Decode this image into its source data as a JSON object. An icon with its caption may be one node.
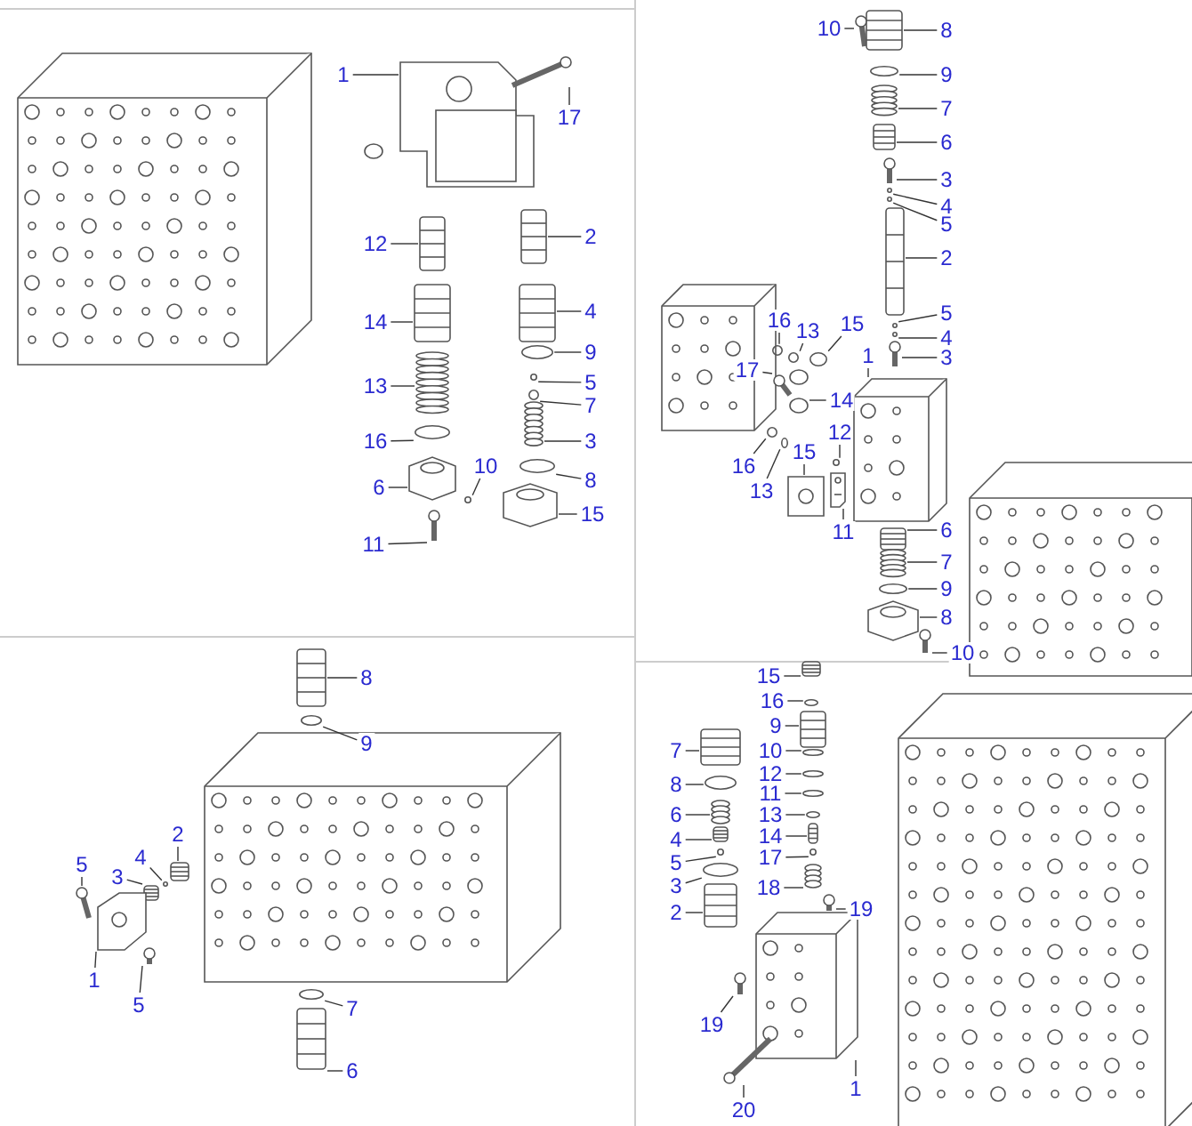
{
  "diagram": {
    "nodes": [
      {
        "text": [
          "1"
        ]
      },
      {
        "text": [
          "17"
        ]
      },
      {
        "text": [
          "12"
        ]
      },
      {
        "text": [
          "2"
        ]
      },
      {
        "text": [
          "14"
        ]
      },
      {
        "text": [
          "4"
        ]
      },
      {
        "text": [
          "9"
        ]
      },
      {
        "text": [
          "5"
        ]
      },
      {
        "text": [
          "7"
        ]
      },
      {
        "text": [
          "13"
        ]
      },
      {
        "text": [
          "3"
        ]
      },
      {
        "text": [
          "16"
        ]
      },
      {
        "text": [
          "8"
        ]
      },
      {
        "text": [
          "10"
        ]
      },
      {
        "text": [
          "6"
        ]
      },
      {
        "text": [
          "15"
        ]
      },
      {
        "text": [
          "11"
        ]
      },
      {
        "text": [
          "10"
        ]
      },
      {
        "text": [
          "8"
        ]
      },
      {
        "text": [
          "9"
        ]
      },
      {
        "text": [
          "7"
        ]
      },
      {
        "text": [
          "6"
        ]
      },
      {
        "text": [
          "3"
        ]
      },
      {
        "text": [
          "4"
        ]
      },
      {
        "text": [
          "5"
        ]
      },
      {
        "text": [
          "2"
        ]
      },
      {
        "text": [
          "5"
        ]
      },
      {
        "text": [
          "4"
        ]
      },
      {
        "text": [
          "3"
        ]
      },
      {
        "text": [
          "16"
        ]
      },
      {
        "text": [
          "13"
        ]
      },
      {
        "text": [
          "15"
        ]
      },
      {
        "text": [
          "1"
        ]
      },
      {
        "text": [
          "17"
        ]
      },
      {
        "text": [
          "14"
        ]
      },
      {
        "text": [
          "16"
        ]
      },
      {
        "text": [
          "13"
        ]
      },
      {
        "text": [
          "12"
        ]
      },
      {
        "text": [
          "15"
        ]
      },
      {
        "text": [
          "11"
        ]
      },
      {
        "text": [
          "6"
        ]
      },
      {
        "text": [
          "7"
        ]
      },
      {
        "text": [
          "9"
        ]
      },
      {
        "text": [
          "8"
        ]
      },
      {
        "text": [
          "10"
        ]
      },
      {
        "text": [
          "8"
        ]
      },
      {
        "text": [
          "9"
        ]
      },
      {
        "text": [
          "2"
        ]
      },
      {
        "text": [
          "4"
        ]
      },
      {
        "text": [
          "5"
        ]
      },
      {
        "text": [
          "3"
        ]
      },
      {
        "text": [
          "1"
        ]
      },
      {
        "text": [
          "5"
        ]
      },
      {
        "text": [
          "7"
        ]
      },
      {
        "text": [
          "6"
        ]
      },
      {
        "text": [
          "15"
        ]
      },
      {
        "text": [
          "16"
        ]
      },
      {
        "text": [
          "9"
        ]
      },
      {
        "text": [
          "7"
        ]
      },
      {
        "text": [
          "10"
        ]
      },
      {
        "text": [
          "12"
        ]
      },
      {
        "text": [
          "8"
        ]
      },
      {
        "text": [
          "11"
        ]
      },
      {
        "text": [
          "6"
        ]
      },
      {
        "text": [
          "13"
        ]
      },
      {
        "text": [
          "4"
        ]
      },
      {
        "text": [
          "14"
        ]
      },
      {
        "text": [
          "17"
        ]
      },
      {
        "text": [
          "5"
        ]
      },
      {
        "text": [
          "3"
        ]
      },
      {
        "text": [
          "18"
        ]
      },
      {
        "text": [
          "2"
        ]
      },
      {
        "text": [
          "19"
        ]
      },
      {
        "text": [
          "19"
        ]
      },
      {
        "text": [
          "1"
        ]
      },
      {
        "text": [
          "20"
        ]
      },
      {
        "text": [],
        "shape": "picture"
      },
      {
        "text": [],
        "shape": "picture"
      },
      {
        "text": [],
        "shape": "picture"
      },
      {
        "text": [],
        "shape": "picture"
      },
      {
        "text": [],
        "shape": "picture"
      },
      {
        "text": [],
        "shape": "picture"
      },
      {
        "text": [],
        "shape": "circle"
      },
      {
        "text": [],
        "shape": "circle"
      },
      {
        "text": [],
        "shape": "circle"
      },
      {
        "text": [],
        "shape": "picture"
      },
      {
        "text": [],
        "shape": "picture"
      },
      {
        "text": [],
        "shape": "circle"
      },
      {
        "text": [],
        "shape": "circle"
      },
      {
        "text": [],
        "shape": "circle"
      },
      {
        "text": [],
        "shape": "picture"
      },
      {
        "text": [],
        "shape": "picture"
      },
      {
        "text": [],
        "shape": "picture"
      },
      {
        "text": [],
        "shape": "picture"
      },
      {
        "text": [],
        "shape": "picture"
      },
      {
        "text": [],
        "shape": "circle"
      },
      {
        "text": [],
        "shape": "picture"
      },
      {
        "text": [],
        "shape": "picture"
      },
      {
        "text": [],
        "shape": "picture"
      },
      {
        "text": [],
        "shape": "circle"
      },
      {
        "text": [],
        "shape": "circle"
      },
      {
        "text": [],
        "shape": "picture"
      },
      {
        "text": [],
        "shape": "circle"
      },
      {
        "text": [],
        "shape": "circle"
      },
      {
        "text": [],
        "shape": "picture"
      },
      {
        "text": [],
        "shape": "circle"
      },
      {
        "text": [],
        "shape": "circle"
      },
      {
        "text": [],
        "shape": "circle"
      },
      {
        "text": [],
        "shape": "picture"
      },
      {
        "text": [],
        "shape": "picture"
      },
      {
        "text": [],
        "shape": "picture"
      },
      {
        "text": [],
        "shape": "circle"
      },
      {
        "text": [],
        "shape": "circle"
      },
      {
        "text": [],
        "shape": "circle"
      },
      {
        "text": [],
        "shape": "picture"
      },
      {
        "text": [],
        "shape": "picture"
      },
      {
        "text": [],
        "shape": "picture"
      },
      {
        "text": [],
        "shape": "picture"
      },
      {
        "text": [],
        "shape": "circle"
      },
      {
        "text": [],
        "shape": "picture"
      },
      {
        "text": [],
        "shape": "picture"
      },
      {
        "text": [],
        "shape": "picture"
      },
      {
        "text": [],
        "shape": "circle"
      },
      {
        "text": [],
        "shape": "picture"
      },
      {
        "text": [],
        "shape": "circle"
      },
      {
        "text": [],
        "shape": "picture"
      },
      {
        "text": [],
        "shape": "picture"
      },
      {
        "text": [],
        "shape": "picture"
      },
      {
        "text": [],
        "shape": "picture"
      },
      {
        "text": [],
        "shape": "circle"
      },
      {
        "text": [],
        "shape": "picture"
      },
      {
        "text": [],
        "shape": "picture"
      },
      {
        "text": [],
        "shape": "circle"
      },
      {
        "text": [],
        "shape": "picture"
      },
      {
        "text": [],
        "shape": "picture"
      },
      {
        "text": [],
        "shape": "circle"
      },
      {
        "text": [],
        "shape": "circle"
      },
      {
        "text": [],
        "shape": "circle"
      },
      {
        "text": [],
        "shape": "circle"
      },
      {
        "text": [],
        "shape": "picture"
      },
      {
        "text": [],
        "shape": "circle"
      },
      {
        "text": [],
        "shape": "picture"
      },
      {
        "text": [],
        "shape": "picture"
      },
      {
        "text": [],
        "shape": "circle"
      },
      {
        "text": [],
        "shape": "circle"
      },
      {
        "text": [],
        "shape": "circle"
      },
      {
        "text": [],
        "shape": "picture"
      },
      {
        "text": [],
        "shape": "picture"
      },
      {
        "text": [],
        "shape": "picture"
      },
      {
        "text": [],
        "shape": "picture"
      },
      {
        "text": [],
        "shape": "picture"
      },
      {
        "text": [],
        "shape": "picture"
      }
    ],
    "edges": [
      {
        "from": 0,
        "to": 76,
        "arrow": "none"
      },
      {
        "from": 1,
        "to": 77,
        "arrow": "none"
      },
      {
        "from": 2,
        "to": 78,
        "arrow": "none"
      },
      {
        "from": 3,
        "to": 79,
        "arrow": "none"
      },
      {
        "from": 4,
        "to": 80,
        "arrow": "none"
      },
      {
        "from": 5,
        "to": 81,
        "arrow": "none"
      },
      {
        "from": 6,
        "to": 82,
        "arrow": "none"
      },
      {
        "from": 7,
        "to": 83,
        "arrow": "none"
      },
      {
        "from": 8,
        "to": 84,
        "arrow": "none"
      },
      {
        "from": 9,
        "to": 85,
        "arrow": "none"
      },
      {
        "from": 10,
        "to": 86,
        "arrow": "none"
      },
      {
        "from": 11,
        "to": 87,
        "arrow": "none"
      },
      {
        "from": 12,
        "to": 88,
        "arrow": "none"
      },
      {
        "from": 13,
        "to": 89,
        "arrow": "none"
      },
      {
        "from": 14,
        "to": 90,
        "arrow": "none"
      },
      {
        "from": 15,
        "to": 91,
        "arrow": "none"
      },
      {
        "from": 16,
        "to": 92,
        "arrow": "none"
      },
      {
        "from": 17,
        "to": 93,
        "arrow": "none"
      },
      {
        "from": 18,
        "to": 94,
        "arrow": "none"
      },
      {
        "from": 19,
        "to": 95,
        "arrow": "none"
      },
      {
        "from": 20,
        "to": 96,
        "arrow": "none"
      },
      {
        "from": 21,
        "to": 97,
        "arrow": "none"
      },
      {
        "from": 22,
        "to": 98,
        "arrow": "none"
      },
      {
        "from": 23,
        "to": 99,
        "arrow": "none"
      },
      {
        "from": 24,
        "to": 100,
        "arrow": "none"
      },
      {
        "from": 25,
        "to": 101,
        "arrow": "none"
      },
      {
        "from": 26,
        "to": 102,
        "arrow": "none"
      },
      {
        "from": 27,
        "to": 103,
        "arrow": "none"
      },
      {
        "from": 28,
        "to": 104,
        "arrow": "none"
      },
      {
        "from": 29,
        "to": 105,
        "arrow": "none"
      },
      {
        "from": 30,
        "to": 106,
        "arrow": "none"
      },
      {
        "from": 31,
        "to": 107,
        "arrow": "none"
      },
      {
        "from": 32,
        "to": 108,
        "arrow": "none"
      },
      {
        "from": 33,
        "to": 109,
        "arrow": "none"
      },
      {
        "from": 34,
        "to": 110,
        "arrow": "none"
      },
      {
        "from": 35,
        "to": 111,
        "arrow": "none"
      },
      {
        "from": 36,
        "to": 112,
        "arrow": "none"
      },
      {
        "from": 37,
        "to": 113,
        "arrow": "none"
      },
      {
        "from": 38,
        "to": 114,
        "arrow": "none"
      },
      {
        "from": 39,
        "to": 115,
        "arrow": "none"
      },
      {
        "from": 40,
        "to": 116,
        "arrow": "none"
      },
      {
        "from": 41,
        "to": 117,
        "arrow": "none"
      },
      {
        "from": 42,
        "to": 118,
        "arrow": "none"
      },
      {
        "from": 43,
        "to": 119,
        "arrow": "none"
      },
      {
        "from": 44,
        "to": 120,
        "arrow": "none"
      },
      {
        "from": 45,
        "to": 121,
        "arrow": "none"
      },
      {
        "from": 46,
        "to": 122,
        "arrow": "none"
      },
      {
        "from": 47,
        "to": 123,
        "arrow": "none"
      },
      {
        "from": 48,
        "to": 124,
        "arrow": "none"
      },
      {
        "from": 49,
        "to": 125,
        "arrow": "none"
      },
      {
        "from": 50,
        "to": 126,
        "arrow": "none"
      },
      {
        "from": 51,
        "to": 127,
        "arrow": "none"
      },
      {
        "from": 52,
        "to": 128,
        "arrow": "none"
      },
      {
        "from": 53,
        "to": 129,
        "arrow": "none"
      },
      {
        "from": 54,
        "to": 130,
        "arrow": "none"
      },
      {
        "from": 55,
        "to": 131,
        "arrow": "none"
      },
      {
        "from": 56,
        "to": 132,
        "arrow": "none"
      },
      {
        "from": 57,
        "to": 133,
        "arrow": "none"
      },
      {
        "from": 58,
        "to": 134,
        "arrow": "none"
      },
      {
        "from": 59,
        "to": 135,
        "arrow": "none"
      },
      {
        "from": 60,
        "to": 136,
        "arrow": "none"
      },
      {
        "from": 61,
        "to": 137,
        "arrow": "none"
      },
      {
        "from": 62,
        "to": 138,
        "arrow": "none"
      },
      {
        "from": 63,
        "to": 139,
        "arrow": "none"
      },
      {
        "from": 64,
        "to": 140,
        "arrow": "none"
      },
      {
        "from": 65,
        "to": 141,
        "arrow": "none"
      },
      {
        "from": 66,
        "to": 142,
        "arrow": "none"
      },
      {
        "from": 67,
        "to": 143,
        "arrow": "none"
      },
      {
        "from": 68,
        "to": 144,
        "arrow": "none"
      },
      {
        "from": 69,
        "to": 145,
        "arrow": "none"
      },
      {
        "from": 70,
        "to": 146,
        "arrow": "none"
      },
      {
        "from": 71,
        "to": 147,
        "arrow": "none"
      },
      {
        "from": 72,
        "to": 148,
        "arrow": "none"
      },
      {
        "from": 73,
        "to": 149,
        "arrow": "none"
      },
      {
        "from": 74,
        "to": 150,
        "arrow": "none"
      },
      {
        "from": 75,
        "to": 151,
        "arrow": "none"
      }
    ]
  }
}
